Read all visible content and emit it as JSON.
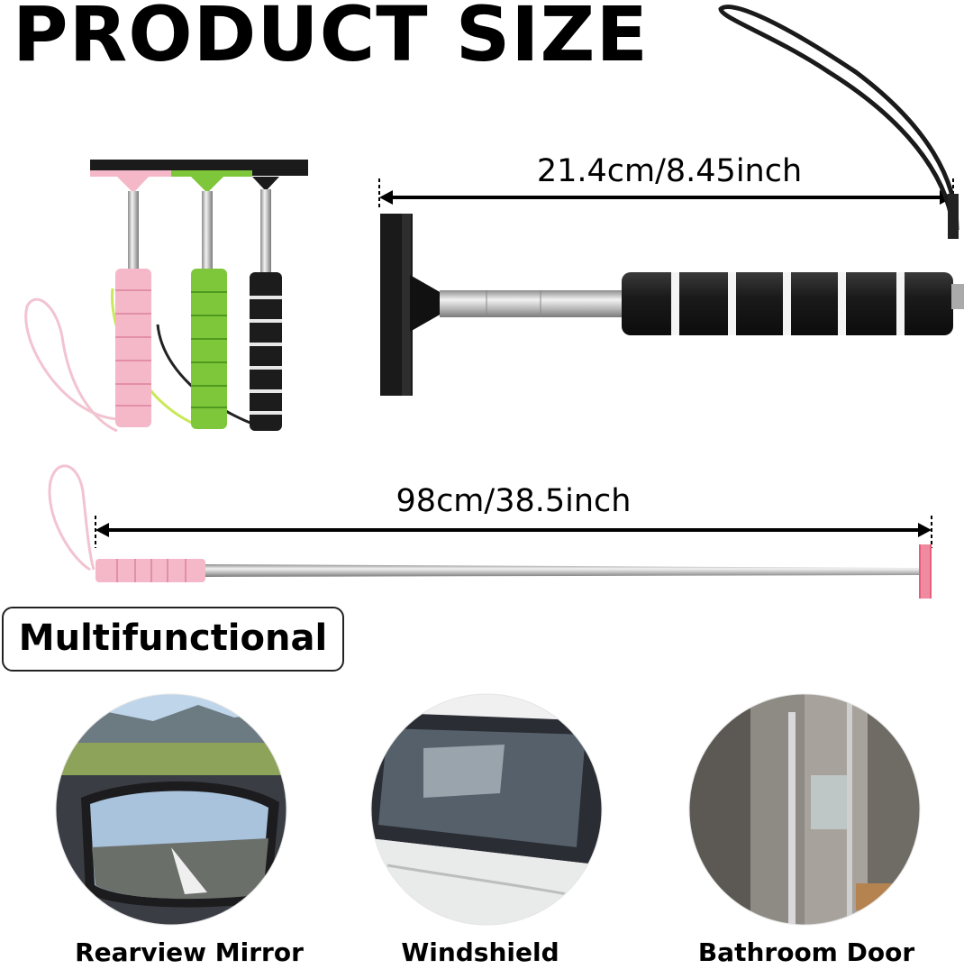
{
  "title": "PRODUCT SIZE",
  "dimensions": {
    "compact": "21.4cm/8.45inch",
    "extended": "98cm/38.5inch"
  },
  "section_label": "Multifunctional",
  "uses": [
    {
      "label": "Rearview Mirror",
      "icon": "rearview-mirror-scene"
    },
    {
      "label": "Windshield",
      "icon": "windshield-scene"
    },
    {
      "label": "Bathroom Door",
      "icon": "bathroom-door-scene"
    }
  ],
  "colors": {
    "pink": "#f4b8c8",
    "green": "#7ec63a",
    "black": "#1e1e1e",
    "steel": "#c9c9c9"
  }
}
